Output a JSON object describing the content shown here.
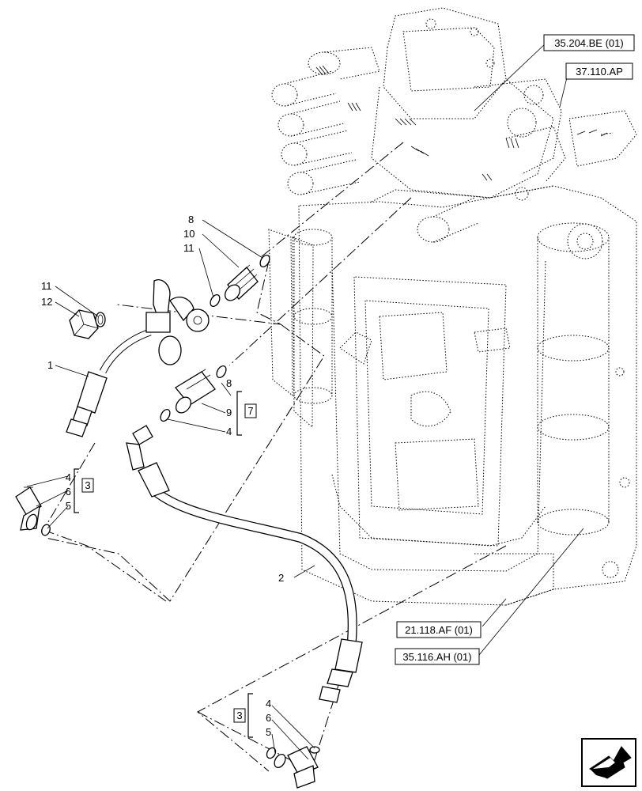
{
  "references": {
    "ref_35_204_be": "35.204.BE (01)",
    "ref_37_110_ap": "37.110.AP",
    "ref_21_118_af": "21.118.AF (01)",
    "ref_35_116_ah": "35.116.AH (01)"
  },
  "callouts": {
    "c8_top": "8",
    "c10": "10",
    "c11_top": "11",
    "c11_left": "11",
    "c12": "12",
    "c1": "1",
    "c8_mid": "8",
    "c9": "9",
    "c4_mid": "4",
    "c7_box": "7",
    "c4_left": "4",
    "c6_left": "6",
    "c5_left": "5",
    "c3_left_box": "3",
    "c2": "2",
    "c3_bottom_box": "3",
    "c4_bottom": "4",
    "c6_bottom": "6",
    "c5_bottom": "5"
  },
  "icons": {
    "navigation": "next-page-arrow-icon"
  }
}
